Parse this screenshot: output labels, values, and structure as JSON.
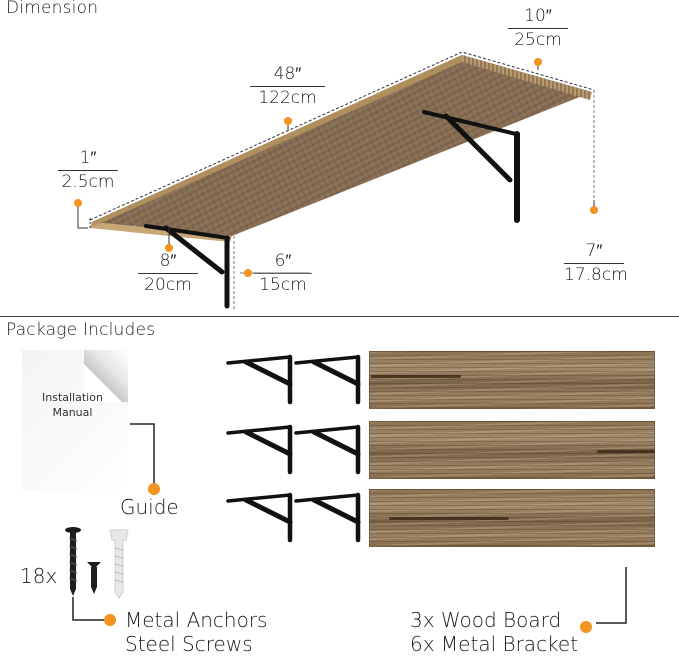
{
  "sections": {
    "dimension_title": "Dimension",
    "package_title": "Package Includes"
  },
  "dimensions": {
    "length": {
      "imperial": "48″",
      "metric": "122cm"
    },
    "depth": {
      "imperial": "10″",
      "metric": "25cm"
    },
    "thickness": {
      "imperial": "1″",
      "metric": "2.5cm"
    },
    "bracket_depth": {
      "imperial": "8″",
      "metric": "20cm"
    },
    "bracket_height": {
      "imperial": "6″",
      "metric": "15cm"
    },
    "total_height": {
      "imperial": "7″",
      "metric": "17.8cm"
    }
  },
  "package": {
    "manual": {
      "text_line1": "Installation",
      "text_line2": "Manual",
      "label": "Guide"
    },
    "hardware": {
      "count": "18x",
      "line1": "Metal Anchors",
      "line2": "Steel Screws"
    },
    "boards_brackets": {
      "line1": "3x Wood Board",
      "line2": "6x Metal Bracket"
    }
  },
  "colors": {
    "accent_dot": "#f39320",
    "wood": "#8b7254",
    "bracket": "#111111"
  }
}
